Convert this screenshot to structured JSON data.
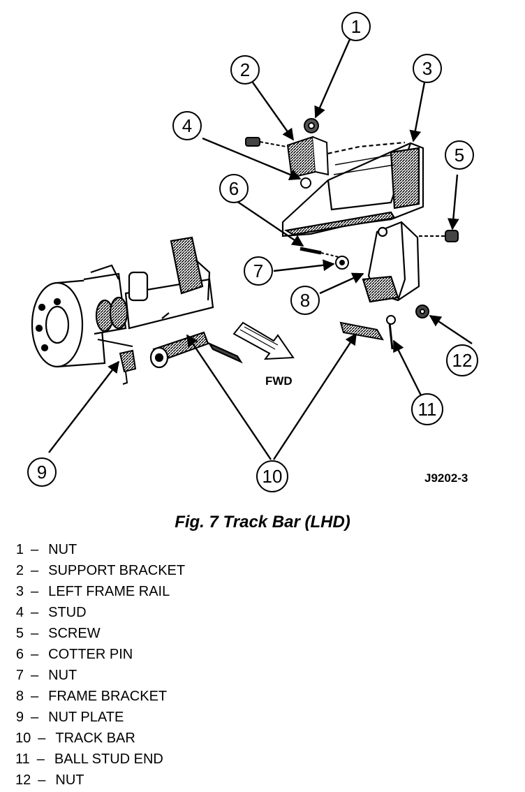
{
  "diagram": {
    "callouts": [
      "1",
      "2",
      "3",
      "4",
      "5",
      "6",
      "7",
      "8",
      "9",
      "10",
      "11",
      "12"
    ],
    "direction_label": "FWD",
    "figure_code": "J9202-3"
  },
  "caption": "Fig. 7 Track Bar (LHD)",
  "legend": [
    {
      "num": "1",
      "label": "NUT"
    },
    {
      "num": "2",
      "label": "SUPPORT BRACKET"
    },
    {
      "num": "3",
      "label": "LEFT FRAME RAIL"
    },
    {
      "num": "4",
      "label": "STUD"
    },
    {
      "num": "5",
      "label": "SCREW"
    },
    {
      "num": "6",
      "label": "COTTER PIN"
    },
    {
      "num": "7",
      "label": "NUT"
    },
    {
      "num": "8",
      "label": "FRAME BRACKET"
    },
    {
      "num": "9",
      "label": "NUT PLATE"
    },
    {
      "num": "10",
      "label": "TRACK BAR"
    },
    {
      "num": "11",
      "label": "BALL STUD END"
    },
    {
      "num": "12",
      "label": "NUT"
    }
  ],
  "legend_separator": "–"
}
